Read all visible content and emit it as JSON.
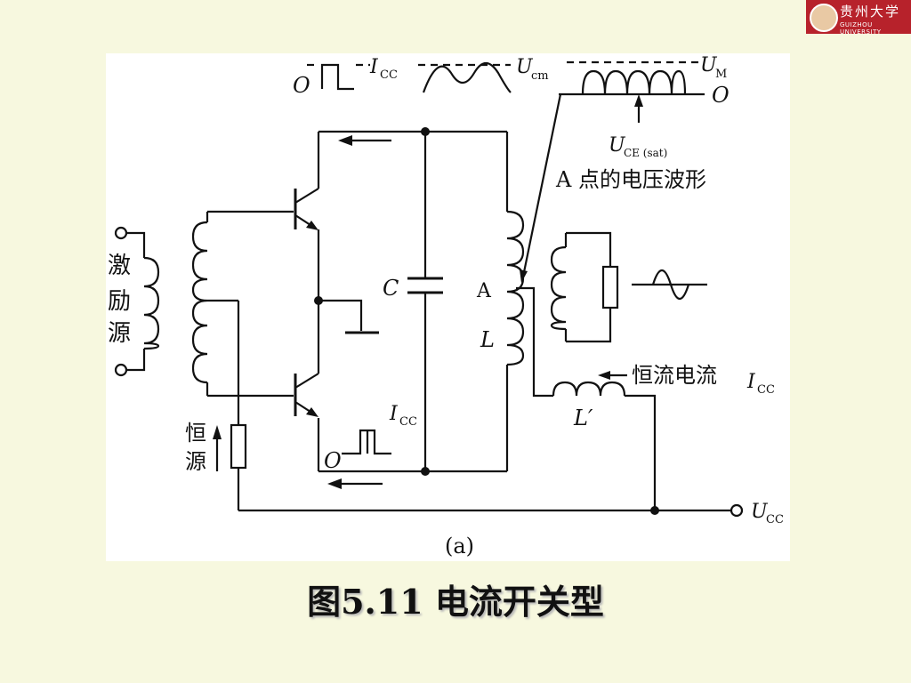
{
  "header": {
    "logo_cn": "贵州大学",
    "logo_en": "GUIZHOU UNIVERSITY"
  },
  "figure": {
    "sub_label": "(a)",
    "caption": "图5.11  电流开关型"
  },
  "labels": {
    "excitation_source": "激励源",
    "constant_source": "恒源",
    "capacitor": "C",
    "node_a": "A",
    "inductor": "L",
    "inductor_prime": "L′",
    "constant_current": "恒流电流",
    "point_a_waveform": "A 点的电压波形",
    "origin": "O",
    "I": "I",
    "I_sub": "CC",
    "U_cm": "U",
    "U_cm_sub": "cm",
    "U_M": "U",
    "U_M_sub": "M",
    "U_CE": "U",
    "U_CE_sub": "CE (sat)",
    "U_CC": "U",
    "U_CC_sub": "CC"
  },
  "colors": {
    "background": "#f7f8df",
    "panel": "#ffffff",
    "ink": "#111111",
    "logo_bg": "#b7222b"
  }
}
